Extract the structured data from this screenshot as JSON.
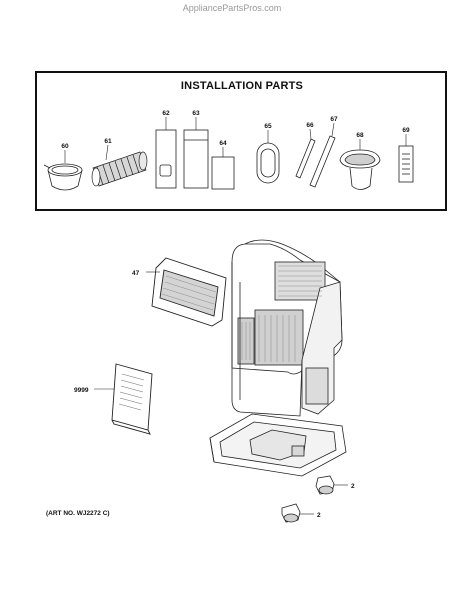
{
  "watermark": "AppliancePartsPros.com",
  "installation_box": {
    "title": "INSTALLATION PARTS"
  },
  "callouts": {
    "p60": "60",
    "p61": "61",
    "p62": "62",
    "p63": "63",
    "p64": "64",
    "p65": "65",
    "p66": "66",
    "p67": "67",
    "p68": "68",
    "p69": "69",
    "p47": "47",
    "p9999": "9999",
    "p2a": "2",
    "p2b": "2"
  },
  "art_number": "(ART NO. WJ2272 C)"
}
